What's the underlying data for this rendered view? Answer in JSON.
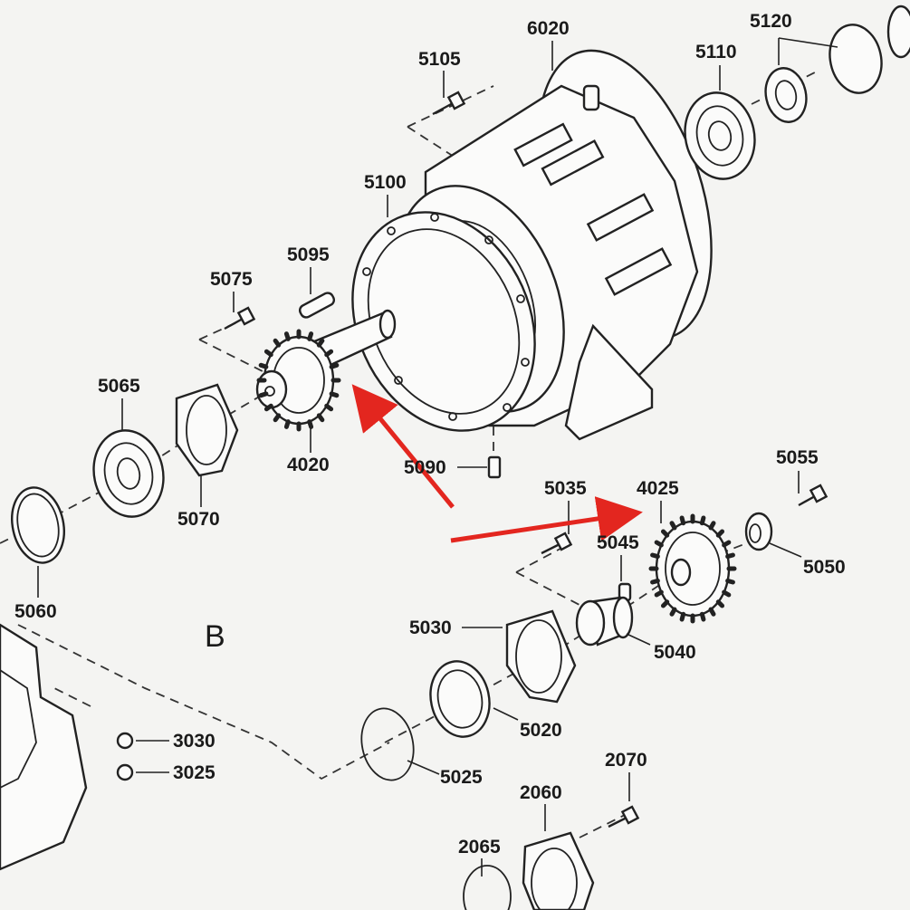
{
  "section_label": "B",
  "colors": {
    "line": "#222222",
    "background": "#f4f4f2",
    "arrow": "#e3261f"
  },
  "parts": {
    "p6020": "6020",
    "p5120": "5120",
    "p5105": "5105",
    "p5110": "5110",
    "p5100": "5100",
    "p5095": "5095",
    "p5075": "5075",
    "p5065": "5065",
    "p4020": "4020",
    "p5090": "5090",
    "p5070": "5070",
    "p5060": "5060",
    "p5035": "5035",
    "p4025": "4025",
    "p5055": "5055",
    "p5045": "5045",
    "p5050": "5050",
    "p5030": "5030",
    "p5040": "5040",
    "p5020": "5020",
    "p3030": "3030",
    "p3025": "3025",
    "p5025": "5025",
    "p2070": "2070",
    "p2060": "2060",
    "p2065": "2065"
  },
  "annotations": [
    {
      "type": "arrow",
      "color": "#e3261f",
      "points_to": "4020"
    },
    {
      "type": "arrow",
      "color": "#e3261f",
      "points_to": "4025"
    }
  ]
}
